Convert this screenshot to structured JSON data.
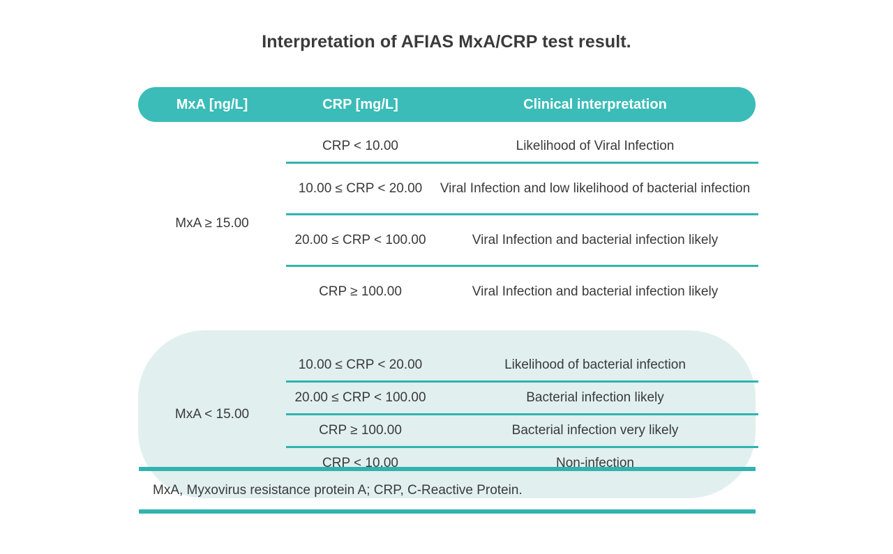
{
  "title": "Interpretation of AFIAS MxA/CRP test result.",
  "colors": {
    "header_teal": "#3bbcb8",
    "rule_teal": "#31b3af",
    "highlight_bg": "#e1efef",
    "text": "#3a3a3a",
    "page_bg": "#ffffff"
  },
  "table": {
    "headers": {
      "mxa": "MxA [ng/L]",
      "crp": "CRP [mg/L]",
      "interpretation": "Clinical interpretation"
    },
    "groups": [
      {
        "mxa_label": "MxA ≥ 15.00",
        "highlighted": false,
        "rows": [
          {
            "crp": "CRP < 10.00",
            "interpretation": "Likelihood of Viral Infection"
          },
          {
            "crp": "10.00 ≤ CRP < 20.00",
            "interpretation": "Viral Infection and low likelihood of bacterial infection"
          },
          {
            "crp": "20.00 ≤ CRP < 100.00",
            "interpretation": "Viral Infection and bacterial infection likely"
          },
          {
            "crp": "CRP ≥ 100.00",
            "interpretation": "Viral Infection and bacterial infection likely"
          }
        ]
      },
      {
        "mxa_label": "MxA < 15.00",
        "highlighted": true,
        "rows": [
          {
            "crp": "10.00 ≤ CRP < 20.00",
            "interpretation": "Likelihood of bacterial infection"
          },
          {
            "crp": "20.00 ≤ CRP < 100.00",
            "interpretation": "Bacterial infection likely"
          },
          {
            "crp": "CRP ≥ 100.00",
            "interpretation": "Bacterial infection very likely"
          },
          {
            "crp": "CRP < 10.00",
            "interpretation": "Non-infection"
          }
        ]
      }
    ]
  },
  "footnote": "MxA, Myxovirus resistance protein A; CRP, C-Reactive Protein."
}
